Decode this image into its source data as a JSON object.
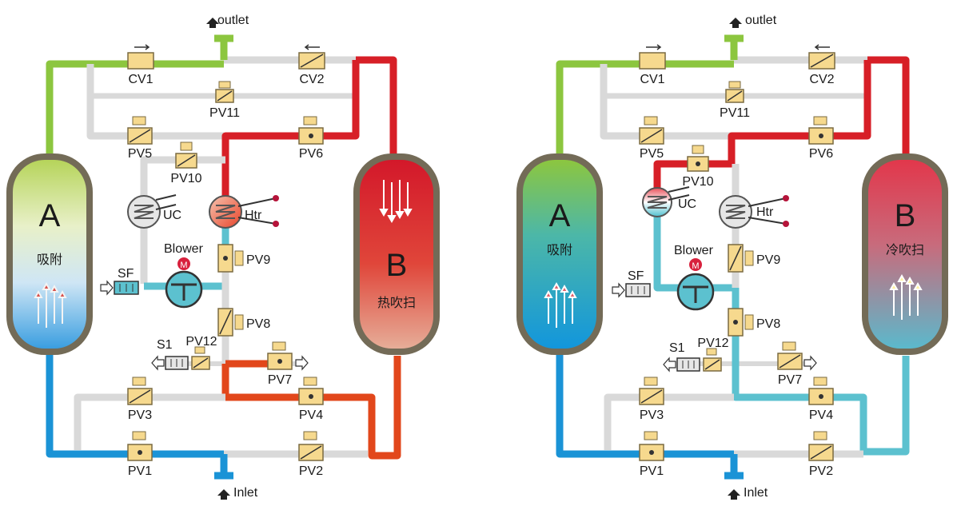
{
  "panels": [
    {
      "outlet": "outlet",
      "inlet": "Inlet",
      "vessel_a_letter": "A",
      "vessel_a_text": "吸附",
      "vessel_b_letter": "B",
      "vessel_b_text": "热吹扫",
      "uc": "UC",
      "htr": "Htr",
      "blower": "Blower",
      "motor": "M",
      "sf": "SF",
      "s1": "S1",
      "valves": {
        "cv1": "CV1",
        "cv2": "CV2",
        "pv11": "PV11",
        "pv5": "PV5",
        "pv6": "PV6",
        "pv10": "PV10",
        "pv9": "PV9",
        "pv8": "PV8",
        "pv12": "PV12",
        "pv7": "PV7",
        "pv3": "PV3",
        "pv4": "PV4",
        "pv1": "PV1",
        "pv2": "PV2"
      }
    },
    {
      "outlet": "outlet",
      "inlet": "Inlet",
      "vessel_a_letter": "A",
      "vessel_a_text": "吸附",
      "vessel_b_letter": "B",
      "vessel_b_text": "冷吹扫",
      "uc": "UC",
      "htr": "Htr",
      "blower": "Blower",
      "motor": "M",
      "sf": "SF",
      "s1": "S1",
      "valves": {
        "cv1": "CV1",
        "cv2": "CV2",
        "pv11": "PV11",
        "pv5": "PV5",
        "pv6": "PV6",
        "pv10": "PV10",
        "pv9": "PV9",
        "pv8": "PV8",
        "pv12": "PV12",
        "pv7": "PV7",
        "pv3": "PV3",
        "pv4": "PV4",
        "pv1": "PV1",
        "pv2": "PV2"
      }
    }
  ],
  "colors": {
    "green": "#8cc63f",
    "gray": "#d9d9d9",
    "red": "#d71f27",
    "blue": "#1a93d6",
    "orange": "#e2471b",
    "teal": "#5cc1cf",
    "valve_fill": "#f6d98e",
    "valve_stroke": "#7a6a40",
    "shell": "#736b57"
  }
}
